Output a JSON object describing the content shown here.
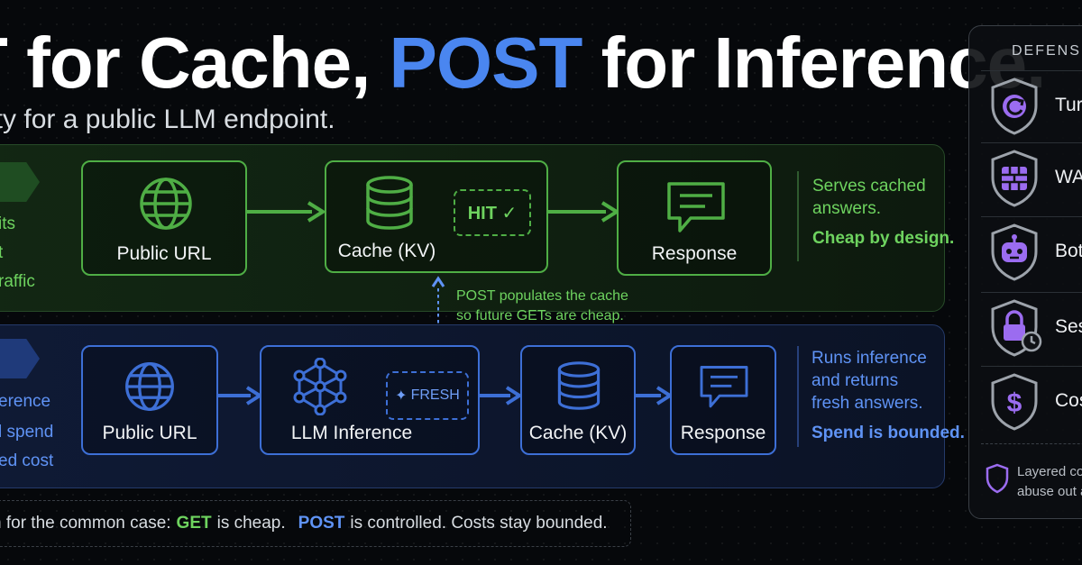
{
  "header": {
    "title_part1": "T for Cache, ",
    "title_post": "POST",
    "title_part2": " for Inference.",
    "subtitle": "ety for a public LLM endpoint."
  },
  "get_flow": {
    "side_lines": [
      "its",
      "t",
      "raffic"
    ],
    "nodes": [
      "Public URL",
      "Cache (KV)",
      "Response"
    ],
    "hit_badge": "HIT ✓",
    "note_lines": [
      "Serves cached",
      "answers."
    ],
    "note_strong": "Cheap by design."
  },
  "populate_note": [
    "POST populates the cache",
    "so future GETs are cheap."
  ],
  "post_flow": {
    "side_lines": [
      "erence",
      "l spend",
      "ed cost"
    ],
    "nodes": [
      "Public URL",
      "LLM Inference",
      "Cache (KV)",
      "Response"
    ],
    "fresh_badge": "FRESH",
    "note_lines": [
      "Runs inference",
      "and returns",
      "fresh answers."
    ],
    "note_strong": "Spend is bounded."
  },
  "footer": {
    "prefix": "n for the common case:",
    "get": "GET",
    "get_text": "is cheap.",
    "post": "POST",
    "post_text": "is controlled. Costs stay bounded."
  },
  "defense": {
    "title": "DEFENSE",
    "items": [
      {
        "label": "Turn",
        "icon": "refresh-shield-icon"
      },
      {
        "label": "WA",
        "icon": "firewall-shield-icon"
      },
      {
        "label": "Bot",
        "icon": "robot-shield-icon"
      },
      {
        "label": "Ses",
        "icon": "lock-clock-shield-icon"
      },
      {
        "label": "Cos",
        "icon": "dollar-shield-icon"
      }
    ],
    "note_lines": [
      "Layered co",
      "abuse out a"
    ]
  },
  "colors": {
    "green": "#4fae45",
    "blue": "#3d6fd6",
    "purple": "#9b6cf0",
    "background": "#06080b"
  }
}
